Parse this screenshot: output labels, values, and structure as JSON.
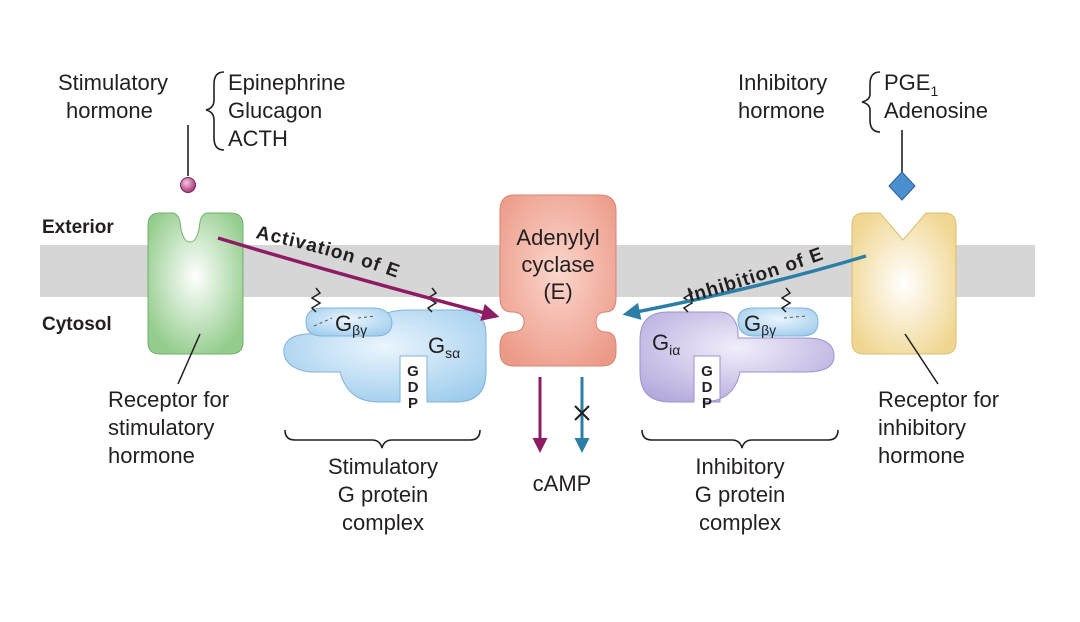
{
  "labels": {
    "exterior": "Exterior",
    "cytosol": "Cytosol"
  },
  "stimulatory_hormone": {
    "line1": "Stimulatory",
    "line2": "hormone",
    "examples": [
      "Epinephrine",
      "Glucagon",
      "ACTH"
    ]
  },
  "inhibitory_hormone": {
    "line1": "Inhibitory",
    "line2": "hormone",
    "examples": [
      "PGE",
      "Adenosine"
    ],
    "pge_subscript": "1"
  },
  "adenylyl_cyclase": {
    "lines": [
      "Adenylyl",
      "cyclase",
      "(E)"
    ]
  },
  "arrows": {
    "activation": "Activation of E",
    "inhibition": "Inhibition of E"
  },
  "g_protein": {
    "g": "G",
    "beta_gamma": "βγ",
    "s_alpha": "sα",
    "i_alpha": "iα",
    "gdp_letters": [
      "G",
      "D",
      "P"
    ]
  },
  "receptors": {
    "stimulatory": [
      "Receptor for",
      "stimulatory",
      "hormone"
    ],
    "inhibitory": [
      "Receptor for",
      "inhibitory",
      "hormone"
    ]
  },
  "complexes": {
    "stimulatory": [
      "Stimulatory",
      "G protein",
      "complex"
    ],
    "inhibitory": [
      "Inhibitory",
      "G protein",
      "complex"
    ]
  },
  "product": "cAMP",
  "colors": {
    "membrane": "#d6d6d6",
    "stimulatory_receptor": "#a7d7a0",
    "inhibitory_receptor": "#f3dea0",
    "adenylyl_cyclase": "#f0a898",
    "g_stimulatory": "#a8d2ef",
    "g_inhibitory": "#bdb3e0",
    "activation_arrow": "#8e1b63",
    "inhibition_arrow": "#2b7fa6",
    "stim_ligand": "#b0407f",
    "inhib_ligand": "#4a90d0"
  }
}
